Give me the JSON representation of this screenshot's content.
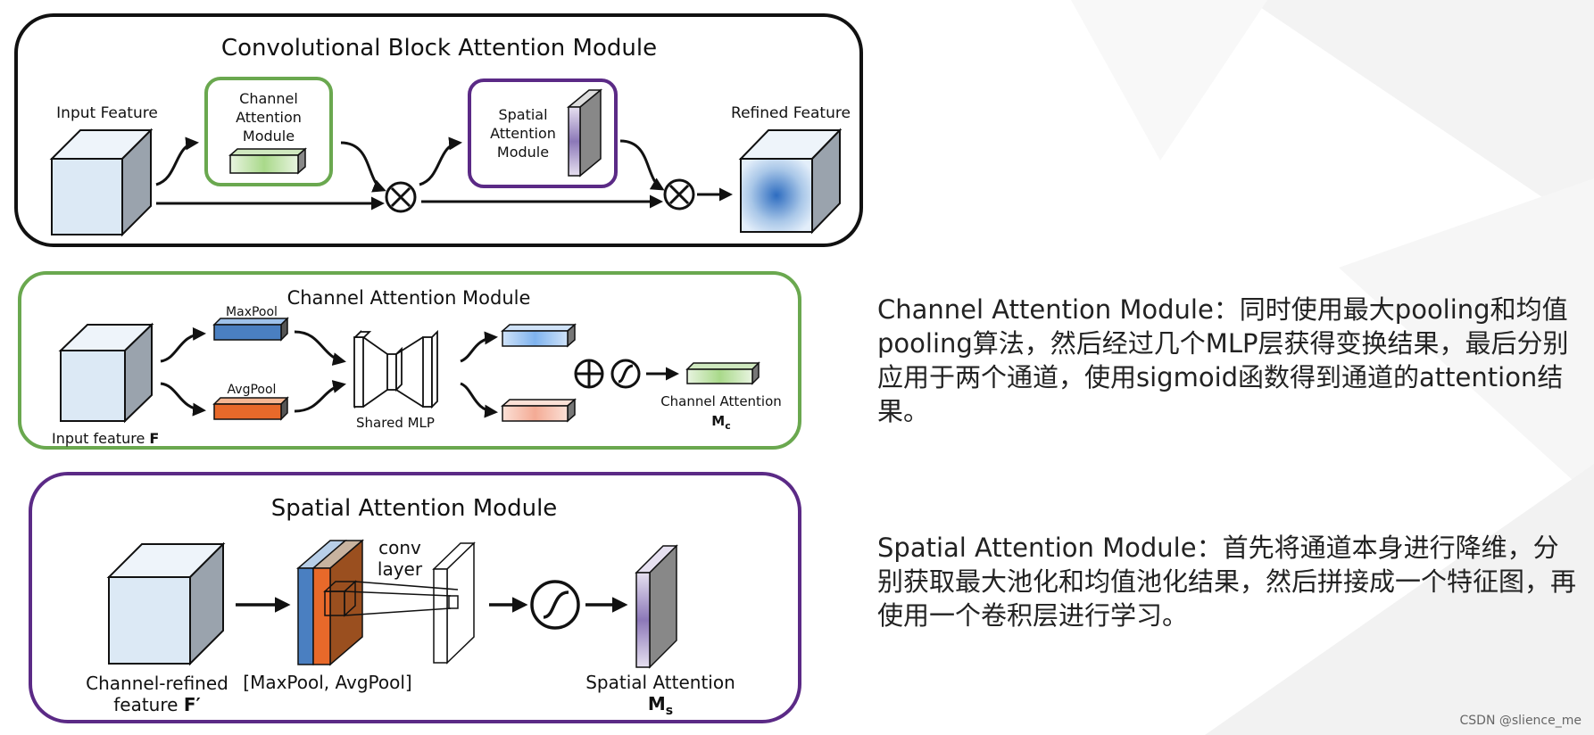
{
  "cbam": {
    "title": "Convolutional Block Attention Module",
    "input_label": "Input Feature",
    "channel_module_lines": [
      "Channel",
      "Attention",
      "Module"
    ],
    "spatial_module_lines": [
      "Spatial",
      "Attention",
      "Module"
    ],
    "output_label": "Refined Feature"
  },
  "channel": {
    "title": "Channel Attention Module",
    "maxpool_label": "MaxPool",
    "avgpool_label": "AvgPool",
    "mlp_label": "Shared MLP",
    "input_label": "Input feature",
    "input_symbol": "F",
    "output_label": "Channel Attention",
    "output_symbol": "M",
    "output_subscript": "c"
  },
  "spatial": {
    "title": "Spatial Attention Module",
    "conv_label_lines": [
      "conv",
      "layer"
    ],
    "input_label_lines": [
      "Channel-refined",
      "feature"
    ],
    "input_symbol": "F′",
    "pool_label": "[MaxPool, AvgPool]",
    "output_label": "Spatial Attention",
    "output_symbol": "M",
    "output_subscript": "s"
  },
  "descriptions": {
    "channel": "Channel Attention Module：同时使用最大pooling和均值pooling算法，然后经过几个MLP层获得变换结果，最后分别应用于两个通道，使用sigmoid函数得到通道的attention结果。",
    "spatial": "Spatial Attention Module：首先将通道本身进行降维，分别获取最大池化和均值池化结果，然后拼接成一个特征图，再使用一个卷积层进行学习。"
  },
  "watermark": "CSDN @slience_me",
  "colors": {
    "green_border": "#6aa84f",
    "purple_border": "#5b2a86",
    "maxpool": "#4a7fc1",
    "avgpool": "#e8692a",
    "cube_face": "#dce9f5",
    "cube_side": "#9aa3ad"
  }
}
